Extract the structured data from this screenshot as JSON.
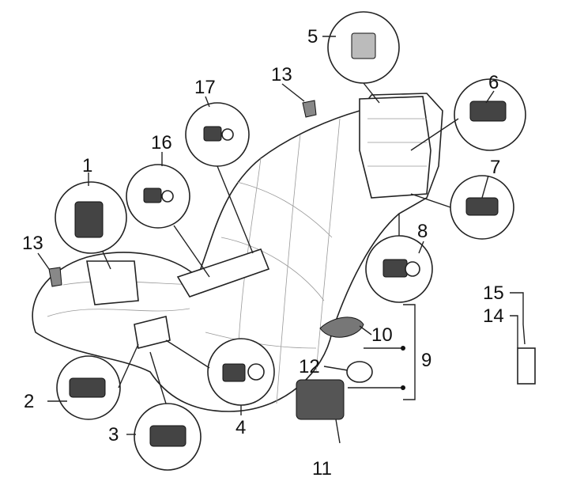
{
  "diagram": {
    "callouts": {
      "c1": "1",
      "c2": "2",
      "c3": "3",
      "c4": "4",
      "c5": "5",
      "c6": "6",
      "c7": "7",
      "c8": "8",
      "c9": "9",
      "c10": "10",
      "c11": "11",
      "c12": "12",
      "c13a": "13",
      "c13b": "13",
      "c14": "14",
      "c15": "15",
      "c16": "16",
      "c17": "17"
    }
  }
}
